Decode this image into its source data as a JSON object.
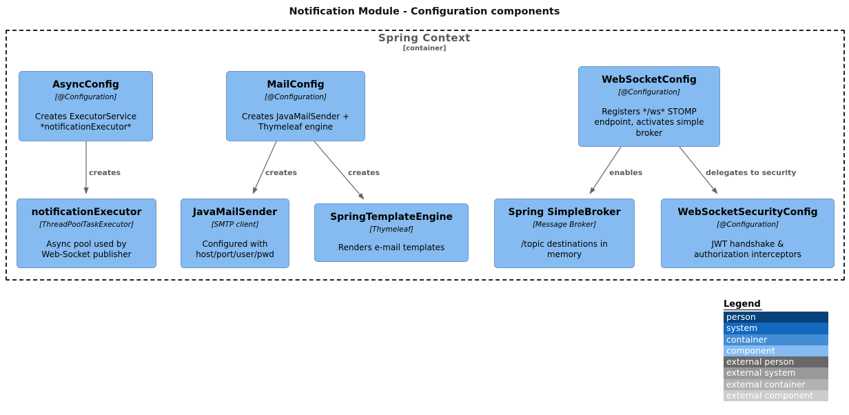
{
  "title": "Notification Module - Configuration components",
  "boundary": {
    "label": "Spring Context",
    "sublabel": "[container]"
  },
  "nodes": [
    {
      "title": "AsyncConfig",
      "subtitle": "[@Configuration]",
      "description": "Creates ExecutorService\n*notificationExecutor*"
    },
    {
      "title": "MailConfig",
      "subtitle": "[@Configuration]",
      "description": "Creates JavaMailSender +\nThymeleaf engine"
    },
    {
      "title": "WebSocketConfig",
      "subtitle": "[@Configuration]",
      "description": "Registers */ws* STOMP\nendpoint, activates simple\nbroker"
    },
    {
      "title": "notificationExecutor",
      "subtitle": "[ThreadPoolTaskExecutor]",
      "description": "Async pool used by\nWeb-Socket publisher"
    },
    {
      "title": "JavaMailSender",
      "subtitle": "[SMTP client]",
      "description": "Configured with\nhost/port/user/pwd"
    },
    {
      "title": "SpringTemplateEngine",
      "subtitle": "[Thymeleaf]",
      "description": "Renders e-mail templates"
    },
    {
      "title": "Spring SimpleBroker",
      "subtitle": "[Message Broker]",
      "description": "/topic destinations in\nmemory"
    },
    {
      "title": "WebSocketSecurityConfig",
      "subtitle": "[@Configuration]",
      "description": "JWT handshake &\nauthorization interceptors"
    }
  ],
  "edges": [
    {
      "from": "AsyncConfig",
      "to": "notificationExecutor",
      "label": "creates"
    },
    {
      "from": "MailConfig",
      "to": "JavaMailSender",
      "label": "creates"
    },
    {
      "from": "MailConfig",
      "to": "SpringTemplateEngine",
      "label": "creates"
    },
    {
      "from": "WebSocketConfig",
      "to": "Spring SimpleBroker",
      "label": "enables"
    },
    {
      "from": "WebSocketConfig",
      "to": "WebSocketSecurityConfig",
      "label": "delegates to security"
    }
  ],
  "legend": {
    "title": "Legend",
    "items": [
      {
        "label": "person",
        "color": "#08427B"
      },
      {
        "label": "system",
        "color": "#1168BD"
      },
      {
        "label": "container",
        "color": "#438DD5"
      },
      {
        "label": "component",
        "color": "#85BBF0"
      },
      {
        "label": "external person",
        "color": "#686868"
      },
      {
        "label": "external system",
        "color": "#999999"
      },
      {
        "label": "external container",
        "color": "#B3B3B3"
      },
      {
        "label": "external component",
        "color": "#CCCCCC"
      }
    ]
  },
  "colors": {
    "node_fill": "#85BBF0",
    "node_border": "#6F96C5",
    "edge": "#666666",
    "boundary_label": "#5A5A5A",
    "edge_label": "#5E5E5E"
  }
}
